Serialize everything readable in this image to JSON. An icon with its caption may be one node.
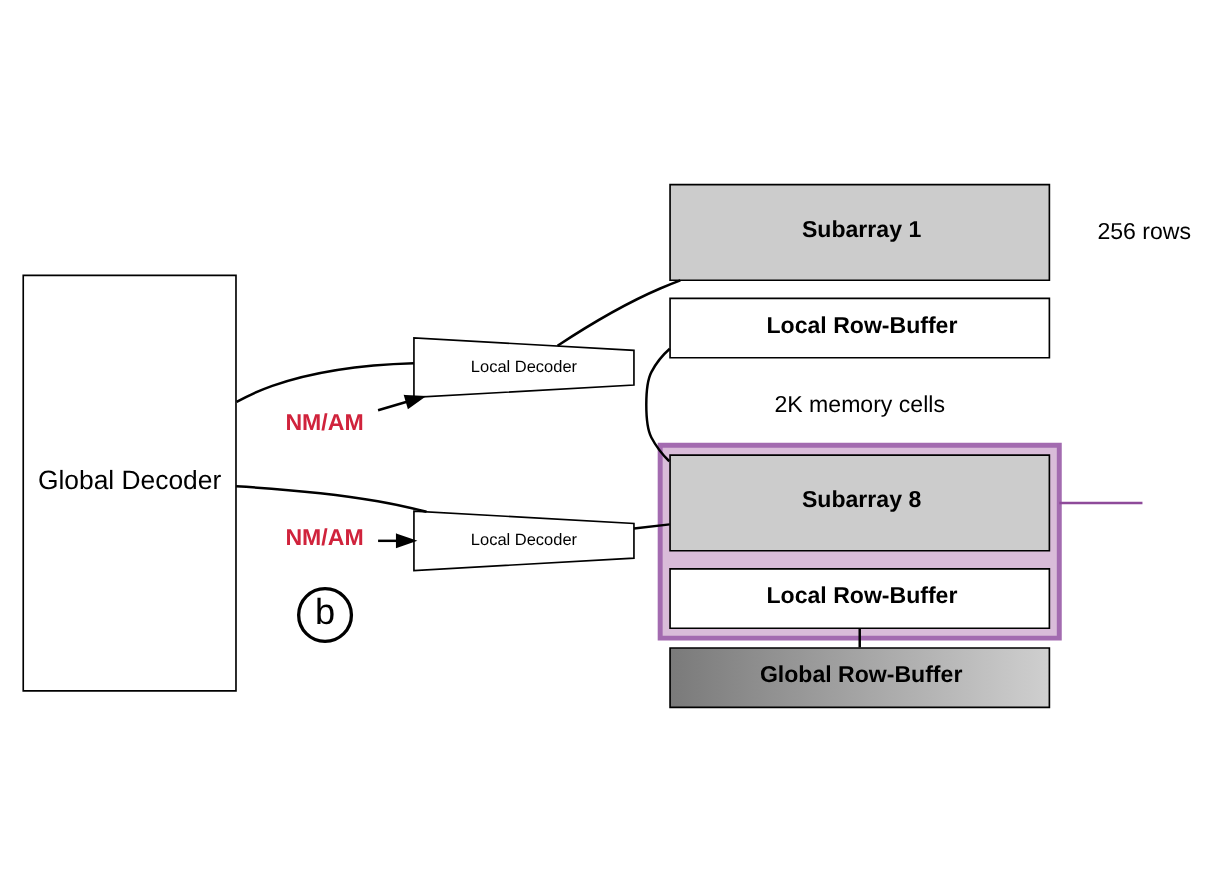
{
  "diagram": {
    "nodes": [
      {
        "text": [
          "Global Decoder"
        ]
      },
      {
        "text": [
          "Local Decoder"
        ]
      },
      {
        "text": [
          "Subarray 1"
        ]
      },
      {
        "text": [
          "Local Row-Buffer"
        ]
      },
      {
        "text": [
          "NM/AM"
        ]
      },
      {
        "text": [
          "Local Decoder"
        ]
      },
      {
        "text": [],
        "shape": "box"
      },
      {
        "text": [
          "Subarray 8"
        ],
        "in": 6
      },
      {
        "text": [
          "Local Row-Buffer"
        ],
        "in": 6
      },
      {
        "text": [
          "NM/AM"
        ]
      },
      {
        "text": [
          "Global Row-Buffer"
        ]
      }
    ],
    "edges": [
      {
        "from": 0,
        "to": 1,
        "arrow": "none"
      },
      {
        "from": 0,
        "to": 5,
        "arrow": "none"
      },
      {
        "from": 4,
        "to": 1,
        "arrow": "to"
      },
      {
        "from": 1,
        "to": 2,
        "arrow": "none"
      },
      {
        "from": 3,
        "to": 7,
        "arrow": "none"
      },
      {
        "from": 9,
        "to": 5,
        "arrow": "to"
      },
      {
        "from": 5,
        "to": 7,
        "arrow": "none"
      },
      {
        "from": 8,
        "to": 10,
        "arrow": "none"
      },
      {
        "from": 6,
        "to": null,
        "arrow": "none",
        "color": "#8e4a9a"
      }
    ],
    "labels": [
      "b",
      "2K memory cells",
      "256 rows"
    ]
  }
}
